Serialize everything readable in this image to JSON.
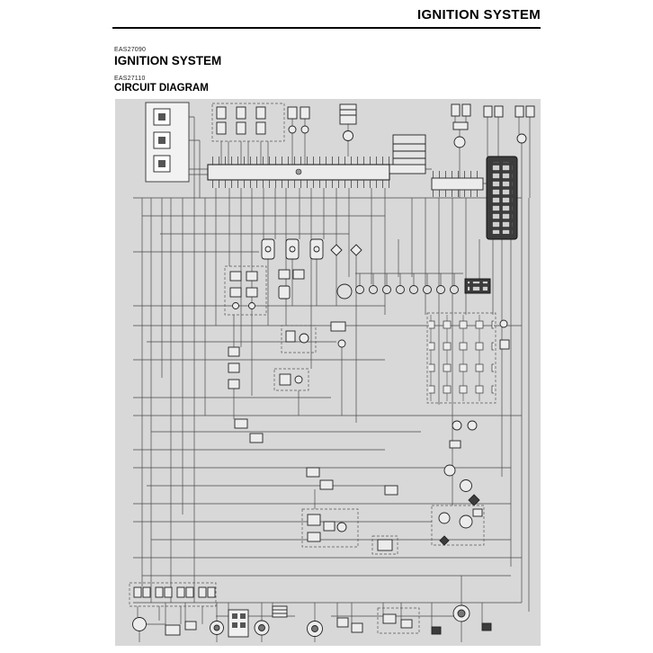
{
  "page": {
    "header_title": "IGNITION SYSTEM",
    "sections": [
      {
        "code": "EAS27090",
        "title": "IGNITION SYSTEM"
      },
      {
        "code": "EAS27110",
        "title": "CIRCUIT DIAGRAM"
      }
    ]
  },
  "diagram": {
    "type": "wiring-circuit-diagram",
    "background_color": "#d8d8d8",
    "wire_color": "#4a4a4a",
    "component_fill": "#ececec",
    "component_stroke": "#222222",
    "dark_block_color": "#3c3c3c"
  }
}
